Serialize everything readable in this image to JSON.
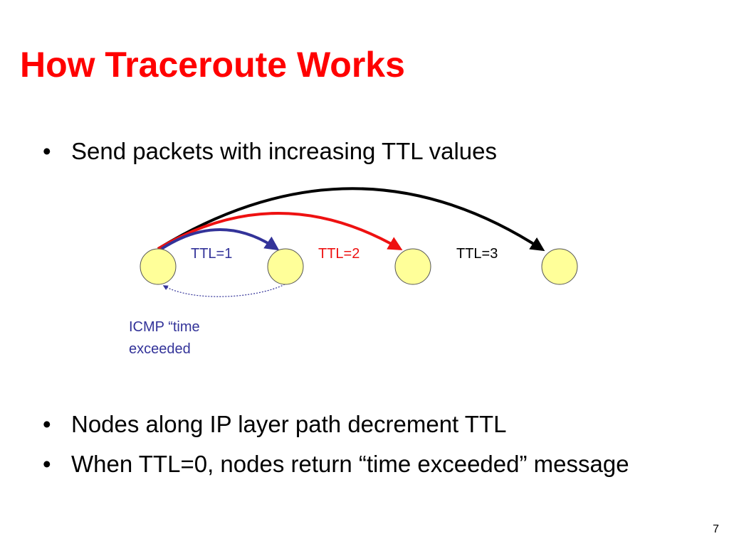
{
  "title": "How Traceroute Works",
  "bullets": [
    {
      "marker": "•",
      "text": "Send packets with increasing TTL values"
    },
    {
      "marker": "•",
      "text": "Nodes along IP layer path decrement TTL"
    },
    {
      "marker": "•",
      "text": "When TTL=0, nodes return “time exceeded” message"
    }
  ],
  "diagram": {
    "ttl_labels": [
      "TTL=1",
      "TTL=2",
      "TTL=3"
    ],
    "icmp_label_line1": "ICMP “time",
    "icmp_label_line2": "exceeded",
    "colors": {
      "title": "#ff0000",
      "ttl1": "#333399",
      "ttl2": "#ee1111",
      "ttl3": "#000000",
      "node_fill": "#ffff99",
      "node_stroke": "#555555",
      "icmp": "#333399"
    }
  },
  "page_number": "7"
}
